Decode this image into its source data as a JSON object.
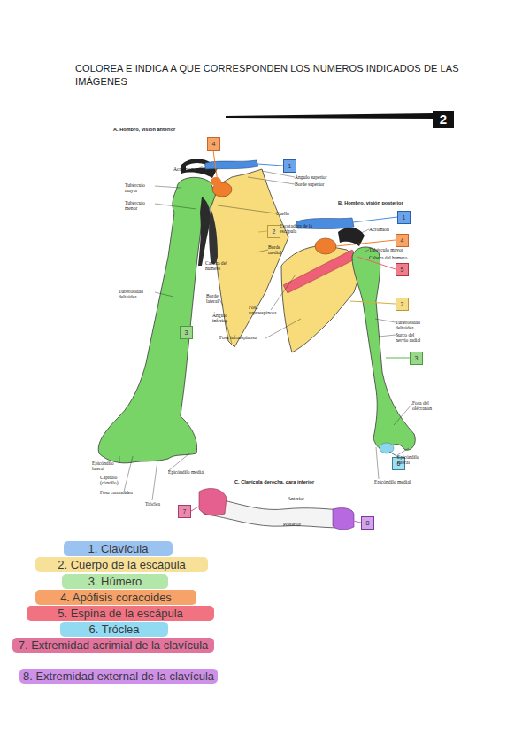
{
  "diagram": {
    "title": "COLOREA E INDICA A QUE CORRESPONDEN LOS NUMEROS INDICADOS DE LAS IMÁGENES",
    "nodes": [
      {
        "text": [
          "4"
        ]
      },
      {
        "text": [
          "1"
        ]
      },
      {
        "text": [
          "1"
        ]
      },
      {
        "text": [
          "2"
        ]
      },
      {
        "text": [
          "4"
        ]
      },
      {
        "text": [
          "5"
        ]
      },
      {
        "text": [
          "2"
        ]
      },
      {
        "text": [
          "3"
        ]
      },
      {
        "text": [
          "3"
        ]
      },
      {
        "text": [
          "6"
        ]
      },
      {
        "text": [
          "7"
        ]
      },
      {
        "text": [
          "8"
        ]
      }
    ],
    "labels": [
      "2",
      "A. Hombro, visión anterior",
      "Acromion",
      "Tubérculo mayor",
      "Ángulo superior",
      "Borde superior",
      "Tubérculo menor",
      "B. Hombro, visión posterior",
      "Cuello",
      "Escotadura de la escápula",
      "Acromion",
      "Tubérculo mayor",
      "Cabeza del húmero",
      "Borde medial",
      "Cabeza del húmero",
      "Tuberosidad deltoidea",
      "Borde lateral",
      "Fosa supraespinosa",
      "Ángulo inferior",
      "Tuberosidad deltoidea",
      "Surco del nervio radial",
      "Fosa infraespinosa",
      "Fosa del olécranon",
      "Epicóndilo lateral",
      "Epicóndilo medial",
      "Epicóndilo lateral",
      "Capítulo (cóndilo)",
      "C. Clavícula derecha, cara inferior",
      "Epicóndilo medial",
      "Fosa coronoidea",
      "Anterior",
      "Tróclea",
      "Posterior"
    ],
    "legend": [
      {
        "text": "1. Clavícula",
        "color": "#8ab9f0"
      },
      {
        "text": "2. Cuerpo de la escápula",
        "color": "#f6dc86"
      },
      {
        "text": "3. Húmero",
        "color": "#a6e29a"
      },
      {
        "text": "4. Apófisis coracoides",
        "color": "#f5924f"
      },
      {
        "text": "5. Espina de la escápula",
        "color": "#ef5a6c"
      },
      {
        "text": "6. Tróclea",
        "color": "#7fd3ee"
      },
      {
        "text": "7. Extremidad acrimial de la clavícula",
        "color": "#dd5a8c"
      },
      {
        "text": "8. Extremidad external de la clavícula",
        "color": "#c77de6"
      }
    ]
  }
}
